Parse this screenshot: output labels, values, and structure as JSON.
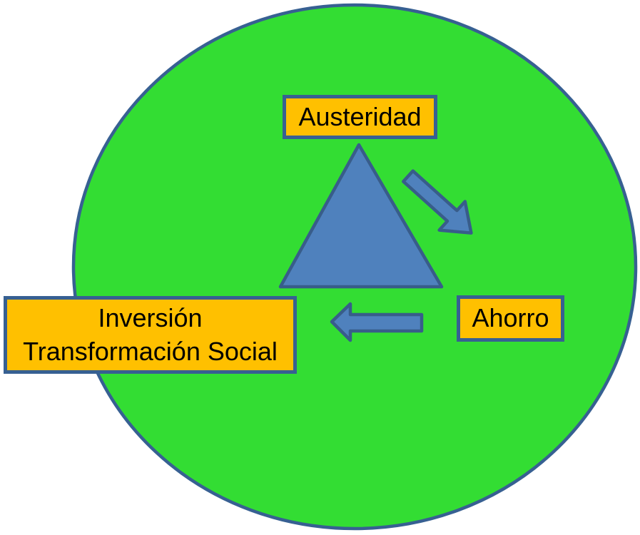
{
  "colors": {
    "background": "#FFFFFF",
    "circle_fill": "#33DD33",
    "circle_stroke": "#376092",
    "shape_fill": "#4F81BD",
    "shape_stroke": "#385D8A",
    "label_fill": "#FFC000",
    "label_border": "#376092",
    "label_text": "#000000"
  },
  "labels": {
    "austeridad": "Austeridad",
    "ahorro": "Ahorro",
    "inversion_line1": "Inversión",
    "inversion_line2": "Transformación Social"
  }
}
